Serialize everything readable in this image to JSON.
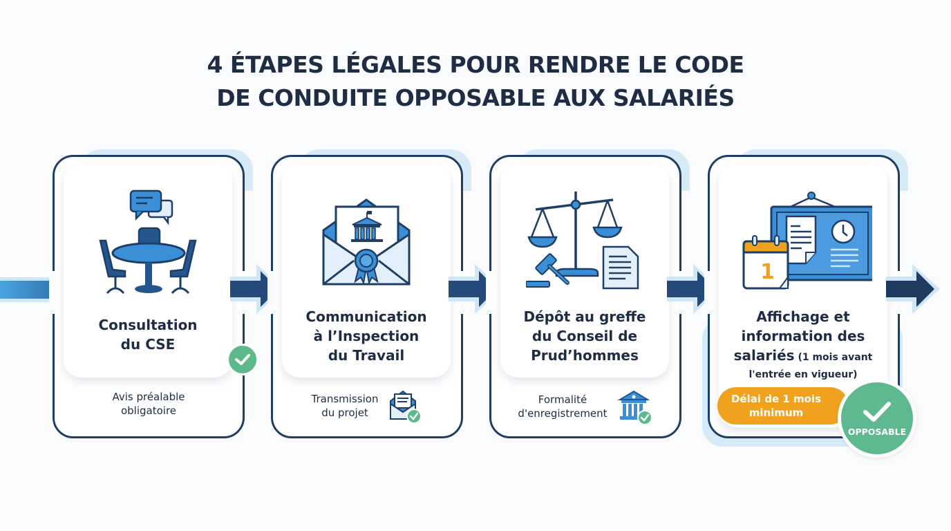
{
  "title": {
    "line1": "4 ÉTAPES LÉGALES POUR RENDRE LE CODE",
    "line2": "DE CONDUITE OPPOSABLE AUX SALARIÉS"
  },
  "colors": {
    "navy": "#1e3e66",
    "text": "#1e2d44",
    "blue": "#3a8fd6",
    "light_blue": "#d6eaf8",
    "green": "#5bb98c",
    "orange": "#f0a21f"
  },
  "steps": [
    {
      "icon": "meeting-table-icon",
      "title_lines": [
        "Consultation",
        "du CSE"
      ],
      "note_lines": [
        "Avis préalable",
        "obligatoire"
      ],
      "badge": "check-icon"
    },
    {
      "icon": "envelope-official-letter-icon",
      "title_lines": [
        "Communication",
        "à l’Inspection",
        "du Travail"
      ],
      "note_lines": [
        "Transmission",
        "du projet"
      ],
      "note_icon": "envelope-check-icon"
    },
    {
      "icon": "scales-of-justice-icon",
      "title_lines": [
        "Dépôt au greffe",
        "du Conseil de",
        "Prud’hommes"
      ],
      "note_lines": [
        "Formalité",
        "d'enregistrement"
      ],
      "note_icon": "courthouse-check-icon"
    },
    {
      "icon": "notice-board-calendar-icon",
      "title_lines": [
        "Affichage et",
        "information des"
      ],
      "title_line3_main": "salariés",
      "title_line3_small": " (1 mois avant",
      "title_line4_small": "l'entrée en vigueur)",
      "pill_lines": [
        "Délai de 1 mois",
        "minimum"
      ],
      "final_badge": "OPPOSABLE"
    }
  ]
}
